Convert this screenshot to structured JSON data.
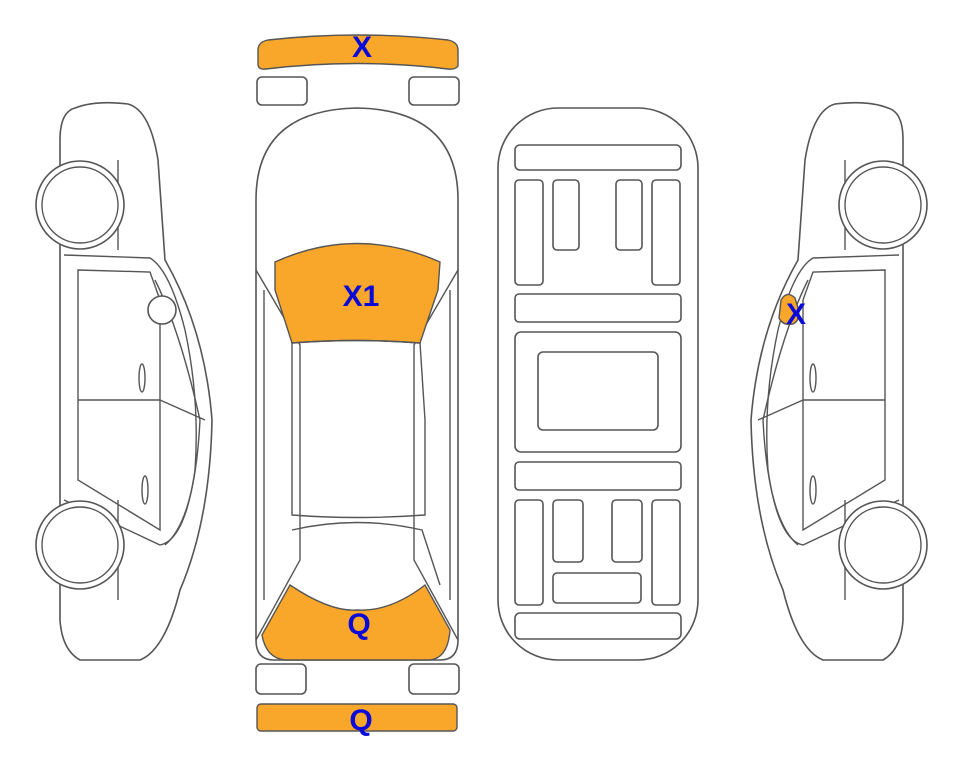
{
  "diagram": {
    "colors": {
      "damage_fill": "#F9A72B",
      "label": "#0a0ad8",
      "outline": "#555555"
    },
    "markers": [
      {
        "part": "front-bumper",
        "label": "X"
      },
      {
        "part": "hood",
        "label": "X1"
      },
      {
        "part": "trunk",
        "label": "Q"
      },
      {
        "part": "rear-bumper",
        "label": "Q"
      },
      {
        "part": "right-mirror",
        "label": "X"
      }
    ]
  }
}
